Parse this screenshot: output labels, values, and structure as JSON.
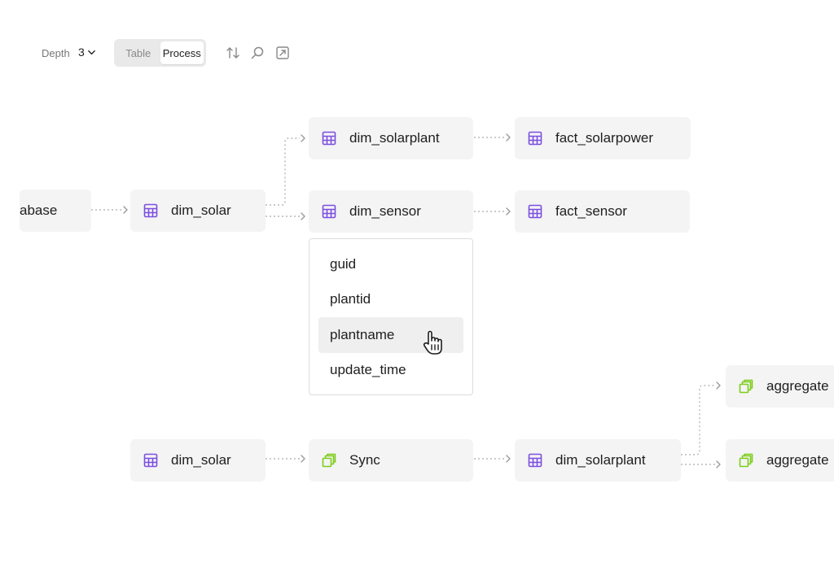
{
  "toolbar": {
    "depth_label": "Depth",
    "depth_value": "3",
    "view_options": [
      "Table",
      "Process"
    ],
    "active_view": "Process",
    "tools": [
      "swap-icon",
      "search-icon",
      "expand-icon"
    ]
  },
  "colors": {
    "table_icon": "#7b4ee0",
    "process_icon": "#7ccd1a",
    "node_bg": "#f4f4f4",
    "edge": "#b8b8b8"
  },
  "lineage": {
    "nodes": [
      {
        "id": "database",
        "label": "abase",
        "kind": "table-partial"
      },
      {
        "id": "dim_solar_1",
        "label": "dim_solar",
        "kind": "table"
      },
      {
        "id": "dim_solarplant_1",
        "label": "dim_solarplant",
        "kind": "table"
      },
      {
        "id": "fact_solarpower",
        "label": "fact_solarpower",
        "kind": "table"
      },
      {
        "id": "dim_sensor",
        "label": "dim_sensor",
        "kind": "table"
      },
      {
        "id": "fact_sensor",
        "label": "fact_sensor",
        "kind": "table"
      },
      {
        "id": "dim_solar_2",
        "label": "dim_solar",
        "kind": "table"
      },
      {
        "id": "sync",
        "label": "Sync",
        "kind": "process"
      },
      {
        "id": "dim_solarplant_2",
        "label": "dim_solarplant",
        "kind": "table"
      },
      {
        "id": "aggregate_1",
        "label": "aggregate",
        "kind": "process"
      },
      {
        "id": "aggregate_2",
        "label": "aggregate",
        "kind": "process"
      }
    ],
    "columns_of": "dim_sensor",
    "columns": [
      "guid",
      "plantid",
      "plantname",
      "update_time"
    ],
    "hovered_column": "plantname"
  }
}
